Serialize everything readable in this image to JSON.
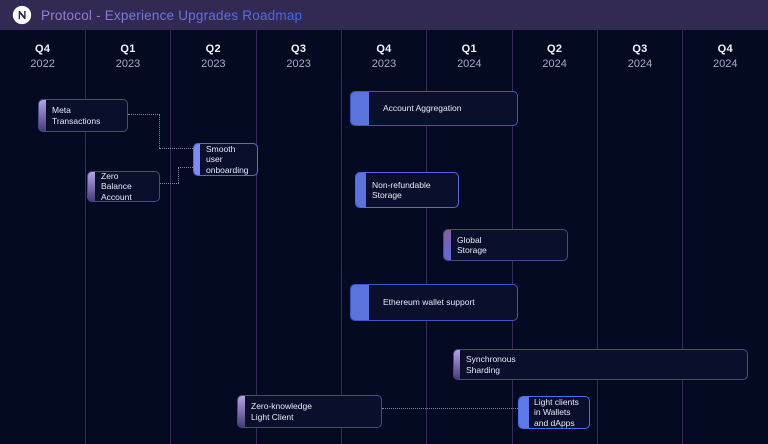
{
  "header": {
    "title": "Protocol - Experience Upgrades Roadmap",
    "logo": "near-logo-icon"
  },
  "timeline": {
    "columns": [
      {
        "quarter": "Q4",
        "year": "2022"
      },
      {
        "quarter": "Q1",
        "year": "2023"
      },
      {
        "quarter": "Q2",
        "year": "2023"
      },
      {
        "quarter": "Q3",
        "year": "2023"
      },
      {
        "quarter": "Q4",
        "year": "2023"
      },
      {
        "quarter": "Q1",
        "year": "2024"
      },
      {
        "quarter": "Q2",
        "year": "2024"
      },
      {
        "quarter": "Q3",
        "year": "2024"
      },
      {
        "quarter": "Q4",
        "year": "2024"
      }
    ]
  },
  "tasks": [
    {
      "label": "Meta Transactions",
      "start": "Q4 2022",
      "end": "Q1 2023"
    },
    {
      "label": "Zero Balance Account",
      "start": "Q1 2023",
      "end": "Q2 2023"
    },
    {
      "label": "Smooth user onboarding",
      "start": "Q2 2023",
      "end": "Q3 2023"
    },
    {
      "label": "Account Aggregation",
      "start": "Q4 2023",
      "end": "Q1 2024"
    },
    {
      "label": "Non-refundable Storage",
      "start": "Q4 2023",
      "end": "Q1 2024"
    },
    {
      "label": "Global Storage",
      "start": "Q1 2024",
      "end": "Q2 2024"
    },
    {
      "label": "Ethereum wallet support",
      "start": "Q4 2023",
      "end": "Q1 2024"
    },
    {
      "label": "Synchronous Sharding",
      "start": "Q1 2024",
      "end": "Q4 2024"
    },
    {
      "label": "Zero-knowledge Light Client",
      "start": "Q3 2023",
      "end": "Q4 2023"
    },
    {
      "label": "Light clients in Wallets and dApps",
      "start": "Q2 2024",
      "end": "Q2 2024"
    }
  ],
  "colors": {
    "background": "#050a23",
    "header_background": "#322a52",
    "grid_line": "#362c55",
    "bar_body": "#0a102c",
    "bar_border_purple": "#474b8c",
    "bar_border_blue": "#3d57c8",
    "accent_blue": "#5b74dd",
    "accent_periwinkle": "#7d8bf2",
    "accent_purple_top": "#b5a3e8",
    "accent_purple_bottom": "#473c78",
    "title_gradient_start": "#9a82d2",
    "title_gradient_end": "#4168ee"
  }
}
